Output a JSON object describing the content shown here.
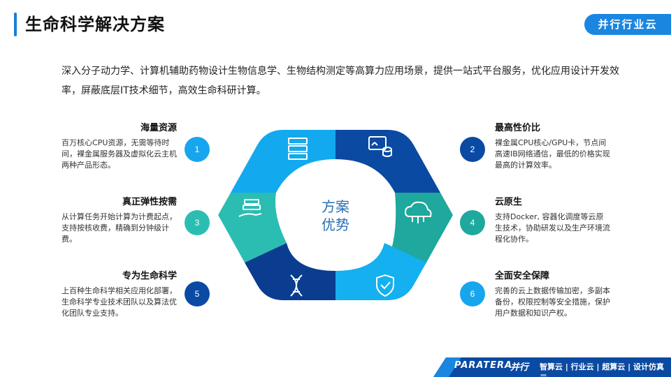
{
  "header": {
    "title": "生命科学解决方案",
    "brand_tag": "并行行业云"
  },
  "intro": "深入分子动力学、计算机辅助药物设计生物信息学、生物结构测定等高算力应用场景，提供一站式平台服务，优化应用设计开发效率，屏蔽底层IT技术细节，高效生命科研计算。",
  "center_label": [
    "方案",
    "优势"
  ],
  "features": [
    {
      "num": "1",
      "title": "海量资源",
      "desc": "百万核心CPU资源，无需等待时间，裸金属服务器及虚拟化云主机两种产品形态。"
    },
    {
      "num": "2",
      "title": "最高性价比",
      "desc": "裸金属CPU核心/GPU卡，节点间高速IB网络通信，最低的价格实现最高的计算效率。"
    },
    {
      "num": "3",
      "title": "真正弹性按需",
      "desc": "从计算任务开始计算为计费起点，支持按核收费，精确到分钟级计费。"
    },
    {
      "num": "4",
      "title": "云原生",
      "desc": "支持Docker, 容器化调度等云原生技术，协助研发以及生产环境流程化协作。"
    },
    {
      "num": "5",
      "title": "专为生命科学",
      "desc": "上百种生命科学相关应用化部署，生命科学专业技术团队以及算法优化团队专业支持。"
    },
    {
      "num": "6",
      "title": "全面安全保障",
      "desc": "完善的云上数据传输加密，多副本备份，权限控制等安全措施，保护用户数据和知识产权。"
    }
  ],
  "icons": [
    "server-icon",
    "monitor-database-icon",
    "cloud-network-icon",
    "shield-check-icon",
    "dna-icon",
    "hand-server-icon"
  ],
  "colors": {
    "accent": "#1a86e0",
    "dark_blue": "#0b4aa2",
    "light_blue": "#12a9ef",
    "teal": "#22b3a8",
    "navy": "#0a3d8f"
  },
  "footer": {
    "logo": "PARATERA",
    "logo_cn": "并行",
    "links": "智算云 | 行业云 | 超算云 | 设计仿真云"
  }
}
